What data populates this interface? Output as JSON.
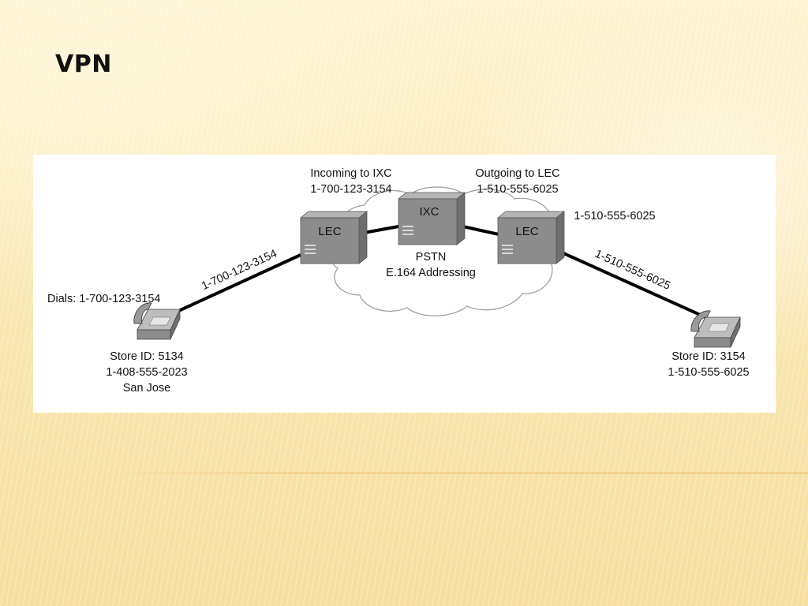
{
  "slide": {
    "title": "VPN"
  },
  "diagram": {
    "cloud": {
      "label_line1": "PSTN",
      "label_line2": "E.164 Addressing"
    },
    "switches": {
      "lec_left": "LEC",
      "ixc": "IXC",
      "lec_right": "LEC"
    },
    "callouts": {
      "incoming_title": "Incoming to IXC",
      "incoming_number": "1-700-123-3154",
      "outgoing_title": "Outgoing to LEC",
      "outgoing_number": "1-510-555-6025",
      "right_lec_number": "1-510-555-6025",
      "dials": "Dials: 1-700-123-3154"
    },
    "links": {
      "left_link_label": "1-700-123-3154",
      "right_link_label": "1-510-555-6025"
    },
    "stores": {
      "left": {
        "id": "Store ID: 5134",
        "phone": "1-408-555-2023",
        "city": "San Jose"
      },
      "right": {
        "id": "Store ID: 3154",
        "phone": "1-510-555-6025"
      }
    },
    "colors": {
      "box_front": "#8c8c8c",
      "box_top": "#b4b4b4",
      "box_side": "#6e6e6e",
      "line": "#000000"
    }
  }
}
